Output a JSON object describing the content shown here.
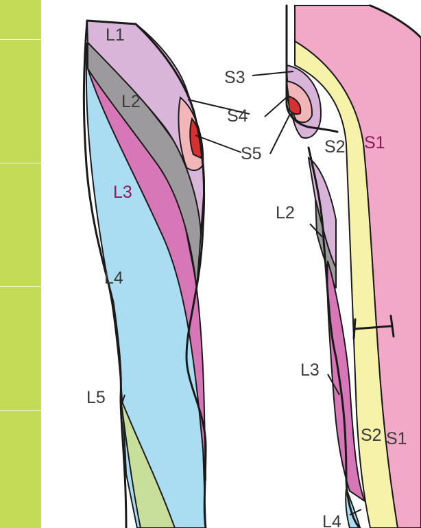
{
  "colors": {
    "sidebar": "#c4db57",
    "L1": "#d8b5d9",
    "L2": "#9c9a9c",
    "L3": "#d877b8",
    "L4": "#aadcf2",
    "L5": "#c7df9b",
    "S1": "#f2a9c8",
    "S2": "#f7f2aa",
    "S3": "#d9b4d9",
    "S4": "#f2b6b8",
    "S5": "#d63030",
    "outline": "#1a1a1a",
    "label_dark": "#3a3a3a",
    "label_magenta": "#8a1a5a"
  },
  "left_leg": {
    "labels": [
      "L1",
      "L2",
      "L3",
      "L4",
      "L5"
    ]
  },
  "callouts": {
    "S3": "S3",
    "S4": "S4",
    "S5": "S5"
  },
  "right_leg": {
    "labels": [
      "S2",
      "S1",
      "L2",
      "L3",
      "S2",
      "S1",
      "L4"
    ]
  }
}
